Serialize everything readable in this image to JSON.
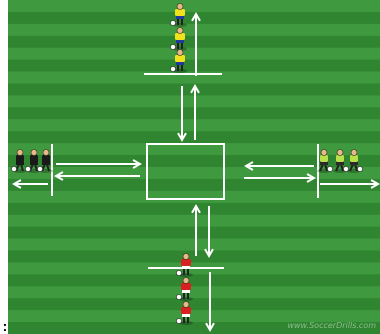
{
  "caption": {
    "prefix": ":"
  },
  "pitch": {
    "stripe_light": "#3f9a3f",
    "stripe_dark": "#2f8530",
    "line_color": "#ffffff",
    "stripe_count": 28
  },
  "teams": {
    "yellow": {
      "shirt": "#f2e21e",
      "shorts": "#1f3a9c"
    },
    "green": {
      "shirt": "#b8e04a",
      "shorts": "#2a2a2a"
    },
    "black": {
      "shirt": "#1a1a1a",
      "shorts": "#1a1a1a"
    },
    "red": {
      "shirt": "#d92020",
      "shorts": "#ffffff"
    }
  },
  "groups": [
    {
      "name": "top-group-yellow",
      "team": "yellow",
      "players": 3
    },
    {
      "name": "left-group-black",
      "team": "black",
      "players": 3
    },
    {
      "name": "right-group-green",
      "team": "green",
      "players": 3
    },
    {
      "name": "bottom-group-red",
      "team": "red",
      "players": 3
    }
  ],
  "watermark": {
    "text": "www.SoccerDrills.com"
  }
}
